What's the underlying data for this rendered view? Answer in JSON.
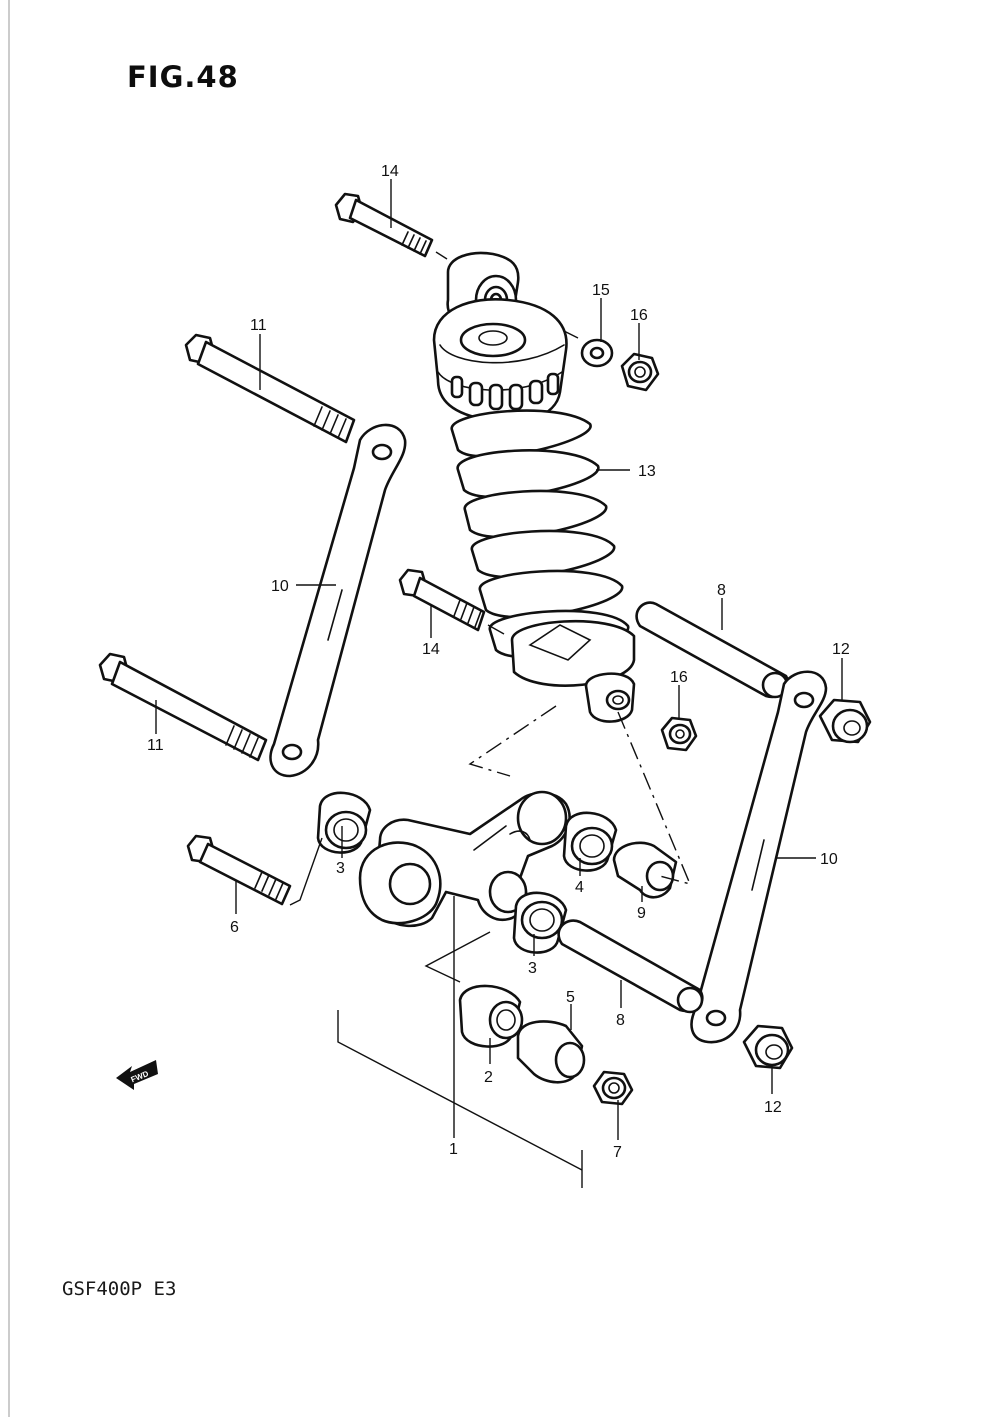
{
  "figure": {
    "title": "FIG.48",
    "model": "GSF400P E3"
  },
  "icons": {
    "fwd": "fwd-arrow-icon"
  },
  "fwd_label": "FWD",
  "callouts": [
    "14",
    "15",
    "16",
    "11",
    "13",
    "10",
    "8",
    "12",
    "16",
    "14",
    "11",
    "3",
    "4",
    "9",
    "10",
    "6",
    "3",
    "5",
    "8",
    "2",
    "12",
    "7",
    "1"
  ],
  "colors": {
    "ink": "#111111",
    "paper": "#ffffff"
  }
}
